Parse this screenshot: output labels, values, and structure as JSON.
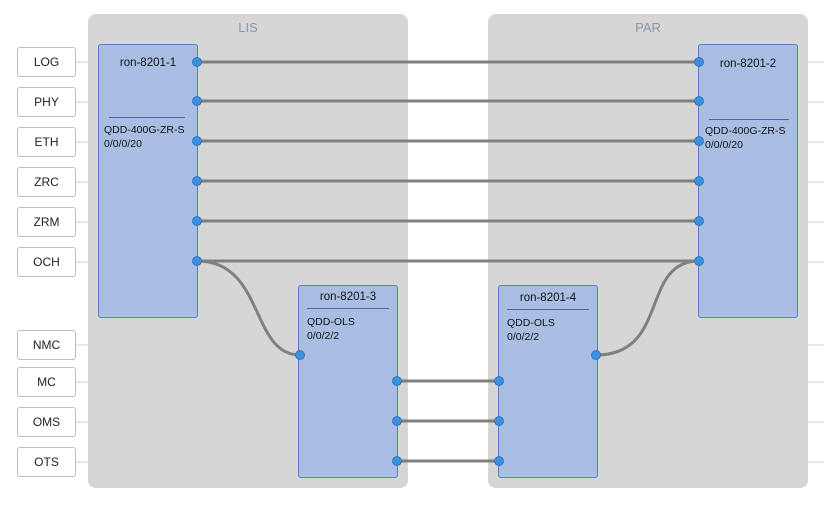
{
  "sites": [
    {
      "label": "LIS"
    },
    {
      "label": "PAR"
    }
  ],
  "layers": [
    "LOG",
    "PHY",
    "ETH",
    "ZRC",
    "ZRM",
    "OCH",
    "NMC",
    "MC",
    "OMS",
    "OTS"
  ],
  "nodes": {
    "n1": {
      "name": "ron-8201-1",
      "model": "QDD-400G-ZR-S",
      "port": "0/0/0/20"
    },
    "n2": {
      "name": "ron-8201-2",
      "model": "QDD-400G-ZR-S",
      "port": "0/0/0/20"
    },
    "n3": {
      "name": "ron-8201-3",
      "model": "QDD-OLS",
      "port": "0/0/2/2"
    },
    "n4": {
      "name": "ron-8201-4",
      "model": "QDD-OLS",
      "port": "0/0/2/2"
    }
  },
  "colors": {
    "site_bg": "#d6d6d6",
    "node_fill": "#a8bfe3",
    "node_border": "#5a7fbd",
    "link": "#808080",
    "port_dot": "#3d8fe0"
  }
}
